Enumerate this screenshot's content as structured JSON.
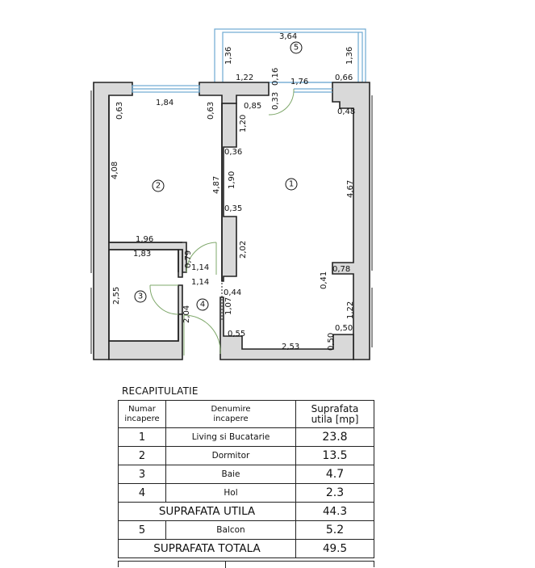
{
  "floor_plan": {
    "rooms": [
      {
        "id": "1",
        "label": "1"
      },
      {
        "id": "2",
        "label": "2"
      },
      {
        "id": "3",
        "label": "3"
      },
      {
        "id": "4",
        "label": "4"
      },
      {
        "id": "5",
        "label": "5"
      }
    ],
    "dimensions": {
      "balcony_width": "3,64",
      "balcony_left_depth": "1,36",
      "balcony_right_depth": "1,36",
      "balcony_wall_left": "1,22",
      "balcony_wall_016": "0,16",
      "balcony_door_width": "1,76",
      "balcony_wall_right": "0,66",
      "balcony_door_jamb": "0,33",
      "living_top_recess": "0,85",
      "living_right_step": "0,48",
      "bedroom_window": "1,84",
      "bedroom_left_pier": "0,63",
      "bedroom_right_pier": "0,63",
      "bedroom_height": "4,08",
      "bedroom_partition": "4,87",
      "living_wall_120": "1,20",
      "living_step_036": "0,36",
      "living_wall_190": "1,90",
      "living_step_035": "0,35",
      "living_right_wall": "4,67",
      "living_wall_202": "2,02",
      "bedroom_bottom": "1,96",
      "bath_top": "1,83",
      "bath_wall_079": "0,79",
      "hall_114_a": "1,14",
      "hall_114_b": "1,14",
      "bath_height": "2,55",
      "hall_044": "0,44",
      "hall_107": "1,07",
      "hall_204": "2,04",
      "living_055": "0,55",
      "living_bottom": "2,53",
      "living_050_v": "0,50",
      "living_050_h": "0,50",
      "living_122": "1,22",
      "living_041": "0,41",
      "living_078": "0,78"
    }
  },
  "recap": {
    "title": "RECAPITULATIE",
    "headers": {
      "number_line1": "Numar",
      "number_line2": "incapere",
      "name_line1": "Denumire",
      "name_line2": "incapere",
      "area_line1": "Suprafata",
      "area_line2": "utila [mp]"
    },
    "rows": [
      {
        "number": "1",
        "name": "Living si Bucatarie",
        "area": "23.8"
      },
      {
        "number": "2",
        "name": "Dormitor",
        "area": "13.5"
      },
      {
        "number": "3",
        "name": "Baie",
        "area": "4.7"
      },
      {
        "number": "4",
        "name": "Hol",
        "area": "2.3"
      }
    ],
    "useful_total_label": "SUPRAFATA UTILA",
    "useful_total_value": "44.3",
    "balcony_row": {
      "number": "5",
      "name": "Balcon",
      "area": "5.2"
    },
    "grand_total_label": "SUPRAFATA TOTALA",
    "grand_total_value": "49.5"
  }
}
